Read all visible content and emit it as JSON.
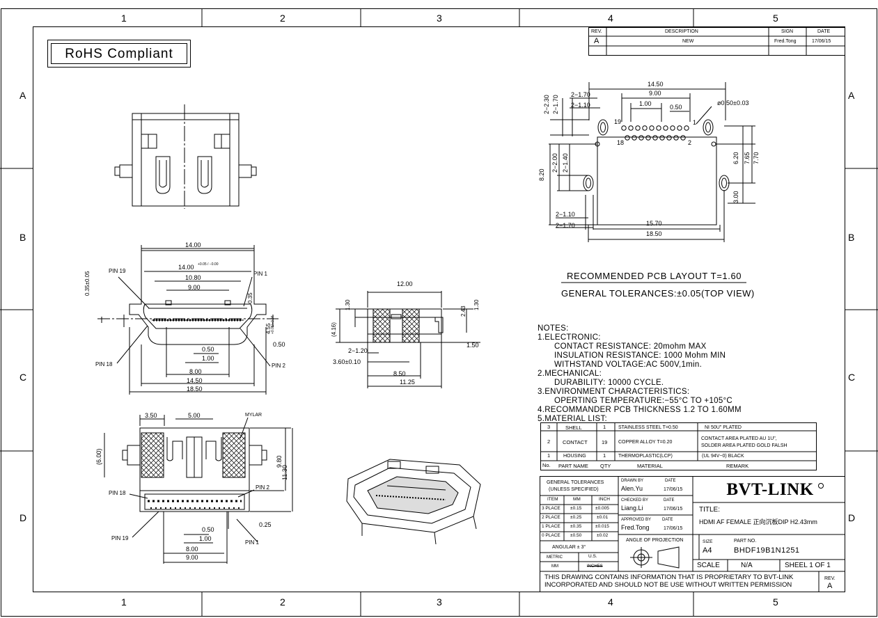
{
  "frame": {
    "col_labels": [
      "1",
      "2",
      "3",
      "4",
      "5"
    ],
    "row_labels": [
      "A",
      "B",
      "C",
      "D"
    ]
  },
  "rohs_badge": "RoHS Compliant",
  "revision_table": {
    "headers": [
      "REV.",
      "DESCRIPTION",
      "SIGN",
      "DATE"
    ],
    "row": [
      "A",
      "NEW",
      "Fred.Tong",
      "17/06/15"
    ]
  },
  "pcb_layout": {
    "title": "RECOMMENDED PCB LAYOUT T=1.60",
    "tolerance": "GENERAL TOLERANCES:±0.05(TOP VIEW)",
    "dims": {
      "w1450": "14.50",
      "w900": "9.00",
      "w100": "1.00",
      "w050": "0.50",
      "hole": "ø0.50±0.03",
      "h230": "2−2.30",
      "h170": "2−1.70",
      "s170": "2−1.70",
      "s110": "2−1.10",
      "h200": "2−2.00",
      "h140": "2−1.40",
      "h820": "8.20",
      "h620": "6.20",
      "h765": "7.65",
      "h770": "7.70",
      "h300": "3.00",
      "b110": "2−1.10",
      "b170": "2−1.70",
      "w1570": "15.70",
      "w1850": "18.50",
      "pin19": "19",
      "pin1": "1",
      "pin18": "18",
      "pin2": "2"
    }
  },
  "front_view": {
    "dims": {
      "w1400": "14.00",
      "w1400t": "14.00",
      "tol": "+0.05 / −0.00",
      "w1080": "10.80",
      "w900": "9.00",
      "w050": "0.50",
      "w100": "1.00",
      "w800": "8.00",
      "w1450": "14.50",
      "w1850": "18.50",
      "h035a": "0.35±0.05",
      "h035b": "0.35",
      "h455": "4.55",
      "h455tol": "+0.05/−0.04",
      "r050": "0.50",
      "pin19": "PIN 19",
      "pin1": "PIN 1",
      "pin18": "PIN 18",
      "pin2": "PIN 2"
    }
  },
  "side_view": {
    "dims": {
      "w1200": "12.00",
      "h130a": "1.30",
      "h243": "2.43",
      "h130b": "1.30",
      "h416": "(4.16)",
      "s120": "2−1.20",
      "s360": "3.60±0.10",
      "w850": "8.50",
      "w1125": "11.25",
      "r150": "1.50"
    }
  },
  "bottom_view": {
    "dims": {
      "w350": "3.50",
      "w500": "5.00",
      "mylar": "MYLAR",
      "h600": "(6.00)",
      "h980": "9.80",
      "h1130": "11.30",
      "pin18": "PIN 18",
      "pin2": "PIN 2",
      "w025": "0.25",
      "w050": "0.50",
      "w100": "1.00",
      "w800": "8.00",
      "w900": "9.00",
      "pin19": "PIN 19",
      "pin1": "PIN 1"
    }
  },
  "notes": {
    "heading": "NOTES:",
    "lines": [
      "1.ELECTRONIC:",
      "CONTACT RESISTANCE: 20mohm MAX",
      "INSULATION RESISTANCE: 1000 Mohm MIN",
      "WITHSTAND VOLTAGE:AC 500V,1min.",
      "2.MECHANICAL:",
      "DURABILITY: 10000 CYCLE.",
      "3.ENVIRONMENT CHARACTERISTICS:",
      "OPERTING TEMPERATURE:−55°C TO +105°C",
      "4.RECOMMANDER PCB THICKNESS 1.2 TO 1.60MM",
      "5.MATERIAL LIST:"
    ]
  },
  "material_table": {
    "rows": [
      [
        "3",
        "SHELL",
        "1",
        "STAINLESS STEEL T=0.50",
        "NI 50U\" PLATED"
      ],
      [
        "2",
        "CONTACT",
        "19",
        "COPPER ALLOY T=0.20",
        "CONTACT AREA PLATED AU 1U\",",
        "SOLDER AREA PLATED GOLD FALSH"
      ],
      [
        "1",
        "HOUSING",
        "1",
        "THERMOPLASTIC(LCP)",
        "(UL 94V−0) BLACK"
      ]
    ],
    "header": [
      "No.",
      "PART NAME",
      "QTY",
      "MATERIAL",
      "REMARK"
    ]
  },
  "title_block": {
    "gen_tol_title": "GENERAL TOLERANCES",
    "gen_tol_sub": "(UNLESS SPECIFIED)",
    "tol_headers": [
      "ITEM",
      "MM",
      "INCH"
    ],
    "tol_rows": [
      [
        "3 PLACE",
        "±0.15",
        "±0.005"
      ],
      [
        "2 PLACE",
        "±0.25",
        "±0.01"
      ],
      [
        "1 PLACE",
        "±0.35",
        "±0.015"
      ],
      [
        "0 PLACE",
        "±0.50",
        "±0.02"
      ]
    ],
    "angular": "ANGULAR ± 3°",
    "metric": "METRIC",
    "us": "U.S.",
    "mm": "MM",
    "inches": "INCHES",
    "drawn_by_label": "DRAWN BY",
    "drawn_by": "Alen.Yu",
    "checked_by_label": "CHECKED BY",
    "checked_by": "Liang.Li",
    "approved_by_label": "APPROVED BY",
    "approved_by": "Fred.Tong",
    "date_label": "DATE",
    "date1": "17/06/15",
    "date2": "17/06/15",
    "date3": "17/06/15",
    "company": "BVT-LINK",
    "title_label": "TITLE:",
    "title": "HDMI AF FEMALE 正向沉板DIP H2.43mm",
    "angle_label": "ANGLE OF PROJECTION",
    "size_label": "SIZE",
    "size": "A4",
    "part_no_label": "PART NO.",
    "part_no": "BHDF19B1N1251",
    "scale_label": "SCALE",
    "scale": "N/A",
    "sheet": "SHEEL 1 OF 1",
    "disclaimer1": "THIS DRAWING CONTAINS INFORMATION THAT IS PROPRIETARY TO BVT-LINK",
    "disclaimer2": "INCORPORATED AND SHOULD NOT BE USE WITHOUT WRITTEN PERMISSION",
    "rev_label": "REV.",
    "rev": "A"
  }
}
